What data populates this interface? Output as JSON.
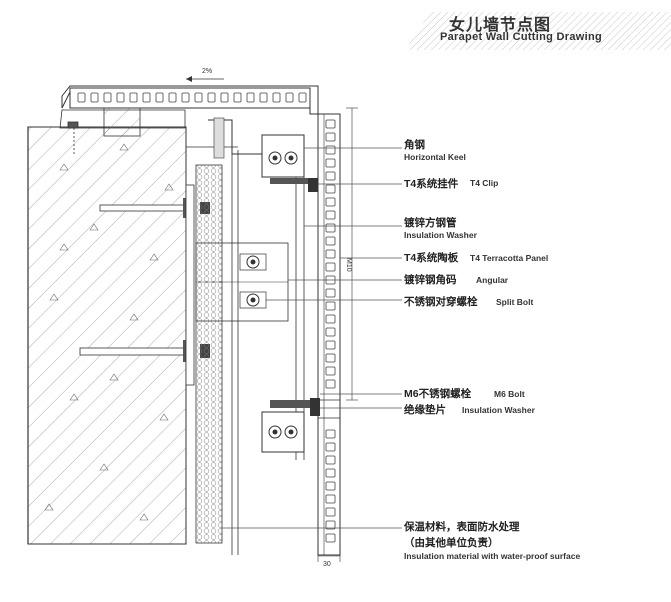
{
  "title": {
    "cn": "女儿墙节点图",
    "en": "Parapet Wall Cutting Drawing"
  },
  "dimensions": {
    "slope": "2%",
    "width": "30",
    "height": "M10"
  },
  "labels": {
    "l1_cn": "角钢",
    "l1_en": "Horizontal Keel",
    "l2_cn": "T4系统挂件",
    "l2_en": "T4 Clip",
    "l3_cn": "镀锌方钢管",
    "l3_en": "Insulation Washer",
    "l4_cn": "T4系统陶板",
    "l4_en": "T4 Terracotta Panel",
    "l5_cn": "镀锌钢角码",
    "l5_en": "Angular",
    "l6_cn": "不锈钢对穿螺栓",
    "l6_en": "Split Bolt",
    "l7_cn": "M6不锈钢螺栓",
    "l7_en": "M6 Bolt",
    "l8_cn": "绝缘垫片",
    "l8_en": "Insulation Washer",
    "l9_cn1": "保温材料，表面防水处理",
    "l9_cn2": "（由其他单位负责）",
    "l9_en": "Insulation material with water-proof surface"
  },
  "colors": {
    "line": "#333333",
    "hatch": "#9a9a9a",
    "leader": "#555555"
  }
}
